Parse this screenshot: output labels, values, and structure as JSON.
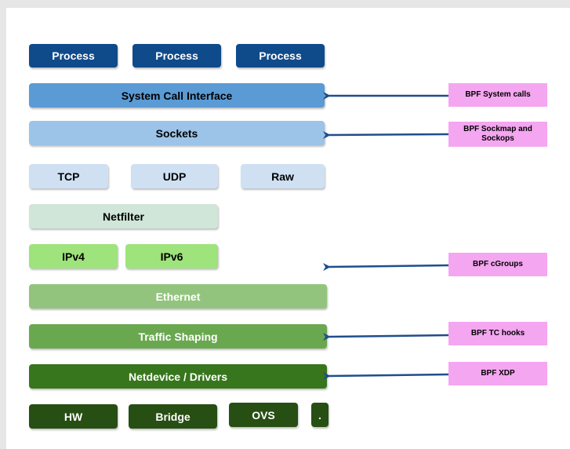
{
  "colors": {
    "process": "#0f4a8a",
    "syscall": "#5b9bd5",
    "sockets": "#9cc3e8",
    "transport": "#cfe0f3",
    "netfilter": "#cfe6d8",
    "ip": "#9ee37b",
    "ethernet": "#93c47d",
    "traffic": "#6aa84f",
    "netdevice": "#38761d",
    "hardware": "#274e13",
    "bpf": "#f4a6f0",
    "arrow": "#1f4e8c"
  },
  "stack": {
    "processes": [
      "Process",
      "Process",
      "Process"
    ],
    "system_call_interface": "System Call Interface",
    "sockets": "Sockets",
    "transport": [
      "TCP",
      "UDP",
      "Raw"
    ],
    "netfilter": "Netfilter",
    "ip": [
      "IPv4",
      "IPv6"
    ],
    "ethernet": "Ethernet",
    "traffic_shaping": "Traffic Shaping",
    "netdevice": "Netdevice / Drivers",
    "hardware": [
      "HW",
      "Bridge",
      "OVS",
      "."
    ]
  },
  "bpf_hooks": {
    "system_calls": "BPF System calls",
    "sockmap": "BPF Sockmap and Sockops",
    "cgroups": "BPF cGroups",
    "tc": "BPF TC hooks",
    "xdp": "BPF XDP"
  }
}
